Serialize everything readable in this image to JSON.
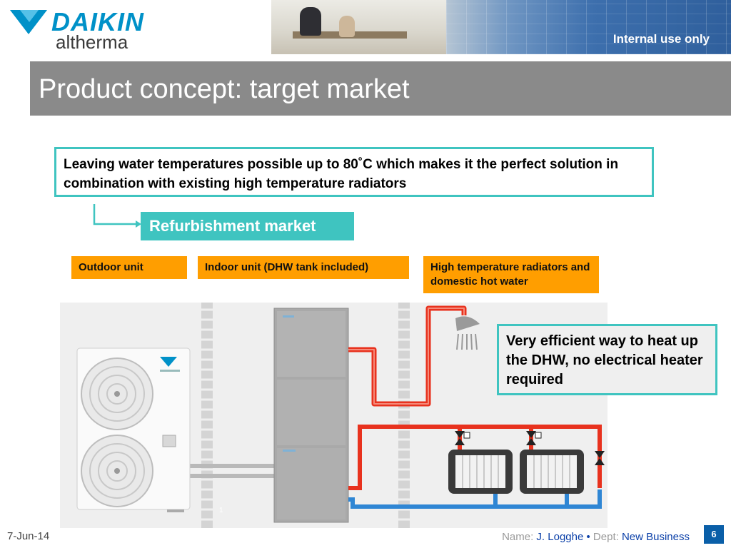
{
  "header": {
    "brand": "DAIKIN",
    "product": "altherma",
    "classification": "Internal use only"
  },
  "slide": {
    "title": "Product concept: target market",
    "callout": "Leaving water temperatures possible up to 80˚C which makes it the perfect solution in combination with existing high temperature radiators",
    "market_label": "Refurbishment market",
    "labels": {
      "outdoor": "Outdoor unit",
      "indoor": "Indoor unit (DHW tank included)",
      "radiators": "High temperature radiators and domestic hot water"
    },
    "dhw_note": "Very efficient way to heat up the DHW, no electrical heater required",
    "illustration_marker": "1"
  },
  "footer": {
    "date": "7-Jun-14",
    "name_label": "Name:",
    "name_value": "J. Logghe",
    "separator": "•",
    "dept_label": "Dept:",
    "dept_value": "New Business",
    "page_number": "6"
  },
  "colors": {
    "accent_teal": "#3fc4c0",
    "label_orange": "#ff9e00",
    "title_gray": "#8a8a8a",
    "daikin_blue": "#0091c8",
    "hot_pipe": "#e8321e",
    "cold_pipe": "#2f86d4"
  }
}
